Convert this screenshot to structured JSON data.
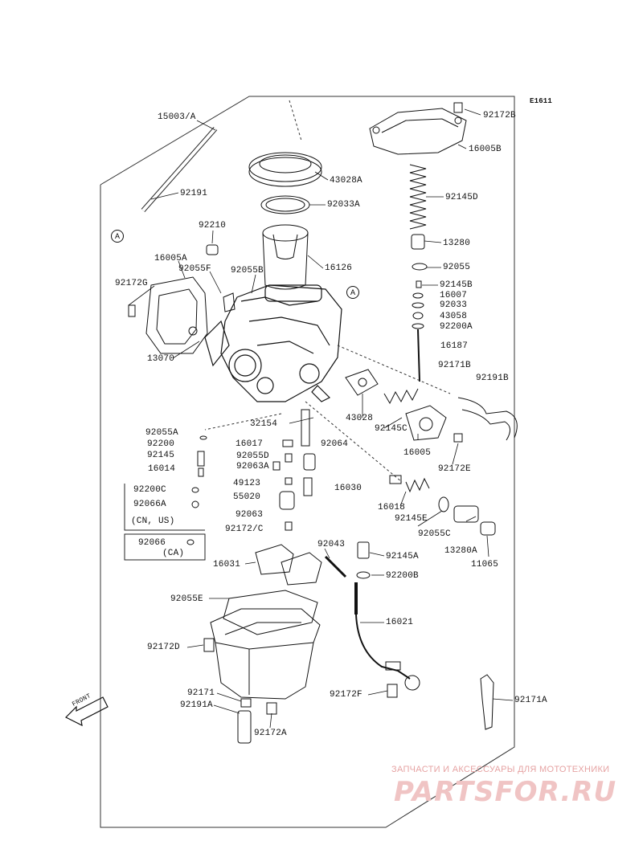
{
  "diagram_code": "E1611",
  "labels": {
    "l15003A": "15003/A",
    "l92191": "92191",
    "l92210": "92210",
    "l16005A": "16005A",
    "l92055F": "92055F",
    "l92055B": "92055B",
    "l92172G": "92172G",
    "l13070": "13070",
    "l43028A": "43028A",
    "l92033A": "92033A",
    "l16126": "16126",
    "l92172B": "92172B",
    "l16005B": "16005B",
    "l92145D": "92145D",
    "l13280": "13280",
    "l92055": "92055",
    "l92145B": "92145B",
    "l16007": "16007",
    "l92033": "92033",
    "l43058": "43058",
    "l92200A": "92200A",
    "l16187": "16187",
    "l92171B": "92171B",
    "l92191B": "92191B",
    "l43028": "43028",
    "l32154": "32154",
    "l92145C": "92145C",
    "l16005": "16005",
    "l92172E": "92172E",
    "l92055A": "92055A",
    "l92200": "92200",
    "l92145": "92145",
    "l16014": "16014",
    "l16017": "16017",
    "l92064": "92064",
    "l92055D": "92055D",
    "l92063A": "92063A",
    "l49123": "49123",
    "l16030": "16030",
    "l55020": "55020",
    "l92200C": "92200C",
    "l92066A": "92066A",
    "l92063": "92063",
    "l16018": "16018",
    "l92145E": "92145E",
    "l92055C": "92055C",
    "l13280A": "13280A",
    "l11065": "11065",
    "l92172C": "92172/C",
    "l92066": "92066",
    "l16031": "16031",
    "l92043": "92043",
    "l92145A": "92145A",
    "l92200B": "92200B",
    "l92055E": "92055E",
    "l16021": "16021",
    "l92172D": "92172D",
    "l92171": "92171",
    "l92191A": "92191A",
    "l92172A": "92172A",
    "l92172F": "92172F",
    "l92171A": "92171A"
  },
  "region_notes": {
    "cn_us": "(CN, US)",
    "ca": "(CA)"
  },
  "callouts": {
    "a_left": "A",
    "a_right": "A"
  },
  "front_arrow": "FRONT",
  "watermark": {
    "text": "ЗАПЧАСТИ И АКСЕССУАРЫ ДЛЯ МОТОТЕХНИКИ",
    "logo": "PARTSFOR.RU"
  }
}
